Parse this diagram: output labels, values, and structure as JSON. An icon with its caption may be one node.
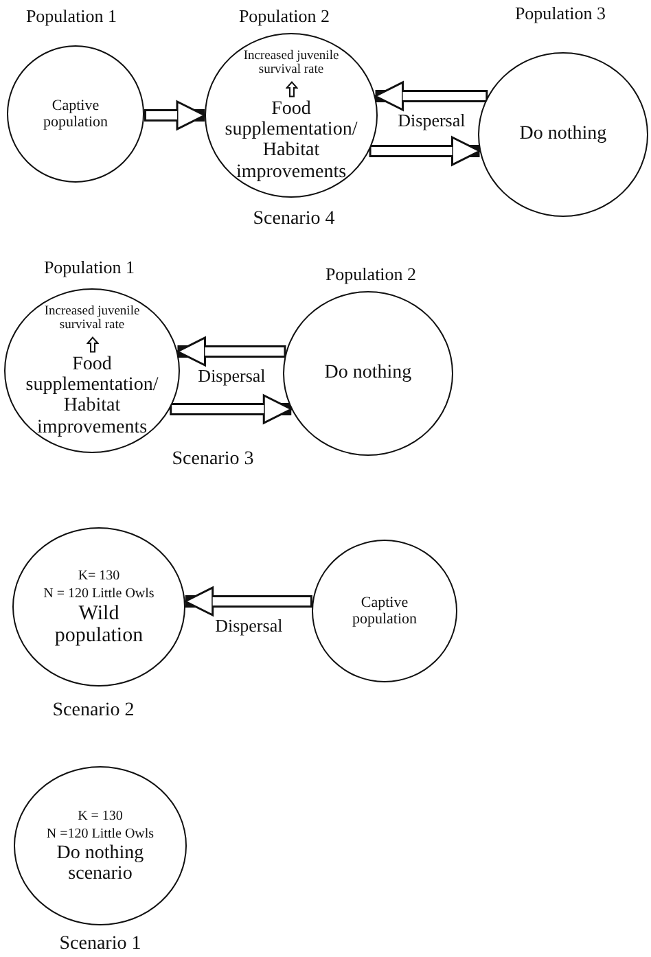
{
  "diagram": {
    "nodes": [
      {
        "text": [
          "Captive population"
        ],
        "beside": [
          "Population 1"
        ]
      },
      {
        "text": [
          "Increased juvenile survival rate",
          "Food supplementation/ Habitat improvements"
        ],
        "beside": [
          "Population 2",
          "Scenario 4"
        ]
      },
      {
        "text": [
          "Do nothing"
        ],
        "beside": [
          "Population 3"
        ]
      },
      {
        "text": [
          "Increased juvenile survival rate",
          "Food supplementation/ Habitat improvements"
        ],
        "beside": [
          "Population 1"
        ]
      },
      {
        "text": [
          "Do nothing"
        ],
        "beside": [
          "Population 2"
        ]
      },
      {
        "text": [
          "K= 130",
          "N = 120 Little Owls",
          "Wild population"
        ],
        "beside": [
          "Scenario 2"
        ]
      },
      {
        "text": [
          "Captive population"
        ]
      },
      {
        "text": [
          "K = 130",
          "N =120 Little Owls",
          "Do nothing scenario"
        ],
        "beside": [
          "Scenario 1"
        ]
      }
    ],
    "edges": [
      {
        "from": 0,
        "to": 1,
        "arrow": "to"
      },
      {
        "from": 2,
        "to": 1,
        "arrow": "to",
        "label": "Dispersal"
      },
      {
        "from": 1,
        "to": 2,
        "arrow": "to"
      },
      {
        "from": 4,
        "to": 3,
        "arrow": "to",
        "label": "Dispersal"
      },
      {
        "from": 3,
        "to": 4,
        "arrow": "to"
      },
      {
        "from": 6,
        "to": 5,
        "arrow": "to",
        "label": "Dispersal"
      }
    ],
    "labels": [
      "Scenario 3"
    ]
  }
}
